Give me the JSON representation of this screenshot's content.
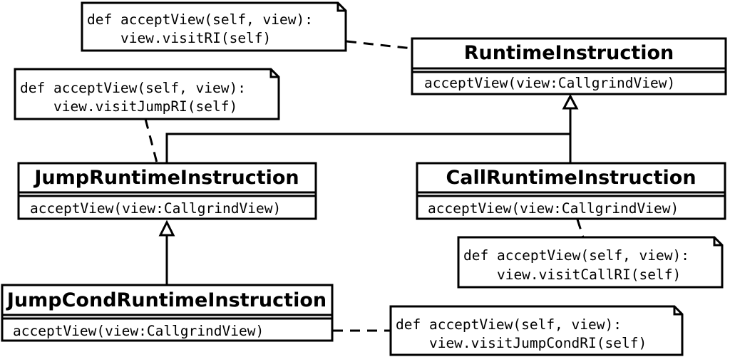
{
  "classes": {
    "runtime": {
      "name": "RuntimeInstruction",
      "op": "acceptView(view:CallgrindView)"
    },
    "jump": {
      "name": "JumpRuntimeInstruction",
      "op": "acceptView(view:CallgrindView)"
    },
    "call": {
      "name": "CallRuntimeInstruction",
      "op": "acceptView(view:CallgrindView)"
    },
    "jumpcond": {
      "name": "JumpCondRuntimeInstruction",
      "op": "acceptView(view:CallgrindView)"
    }
  },
  "notes": {
    "runtime": {
      "line1": "def acceptView(self, view):",
      "line2": "    view.visitRI(self)"
    },
    "jump": {
      "line1": "def acceptView(self, view):",
      "line2": "    view.visitJumpRI(self)"
    },
    "call": {
      "line1": "def acceptView(self, view):",
      "line2": "    view.visitCallRI(self)"
    },
    "jumpcond": {
      "line1": "def acceptView(self, view):",
      "line2": "    view.visitJumpCondRI(self)"
    }
  }
}
